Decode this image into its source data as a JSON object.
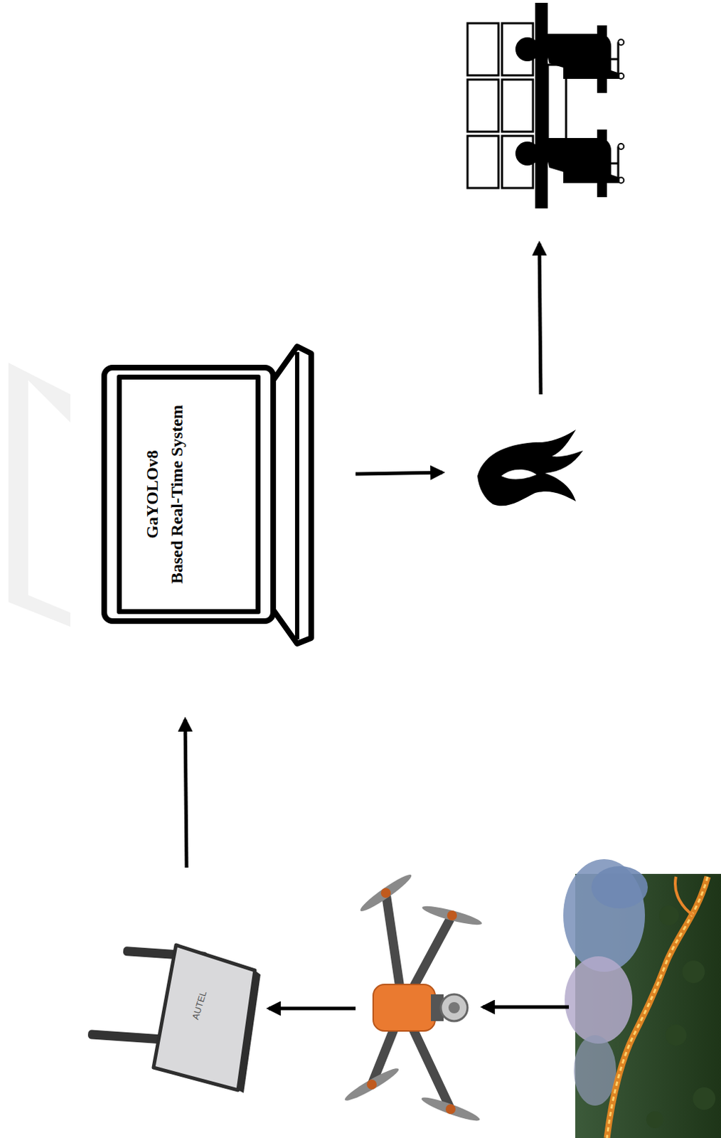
{
  "diagram": {
    "nodes": [
      {
        "text": [
          "GaYOLOv8",
          "Based Real-Time System"
        ]
      }
    ],
    "labels": [
      "AUTEL"
    ]
  }
}
